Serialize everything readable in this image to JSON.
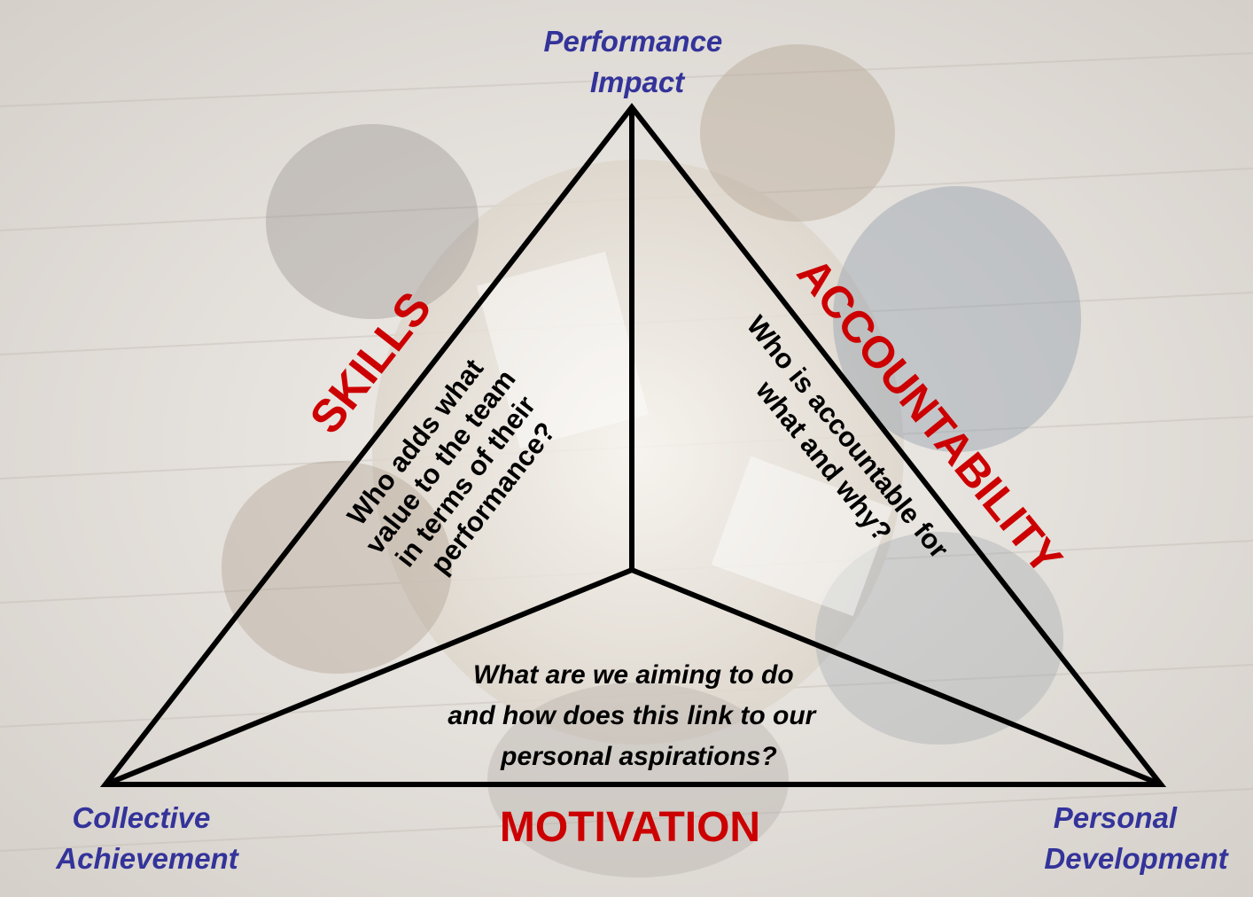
{
  "diagram": {
    "vertices": {
      "top": [
        "Performance",
        "Impact"
      ],
      "bottom_left": [
        "Collective",
        "Achievement"
      ],
      "bottom_right": [
        "Personal",
        "Development"
      ]
    },
    "sections": {
      "left": {
        "title": "SKILLS",
        "question": [
          "Who adds what",
          "value to the team",
          "in terms of their",
          "performance?"
        ]
      },
      "right": {
        "title": "ACCOUNTABILITY",
        "question": [
          "Who is accountable for",
          "what and why?"
        ]
      },
      "bottom": {
        "title": "MOTIVATION",
        "question": [
          "What are we aiming to do",
          "and how does this link to our",
          "personal aspirations?"
        ]
      }
    }
  },
  "colors": {
    "vertex_label": "#33339a",
    "section_title": "#cc0000",
    "lines": "#000000"
  }
}
